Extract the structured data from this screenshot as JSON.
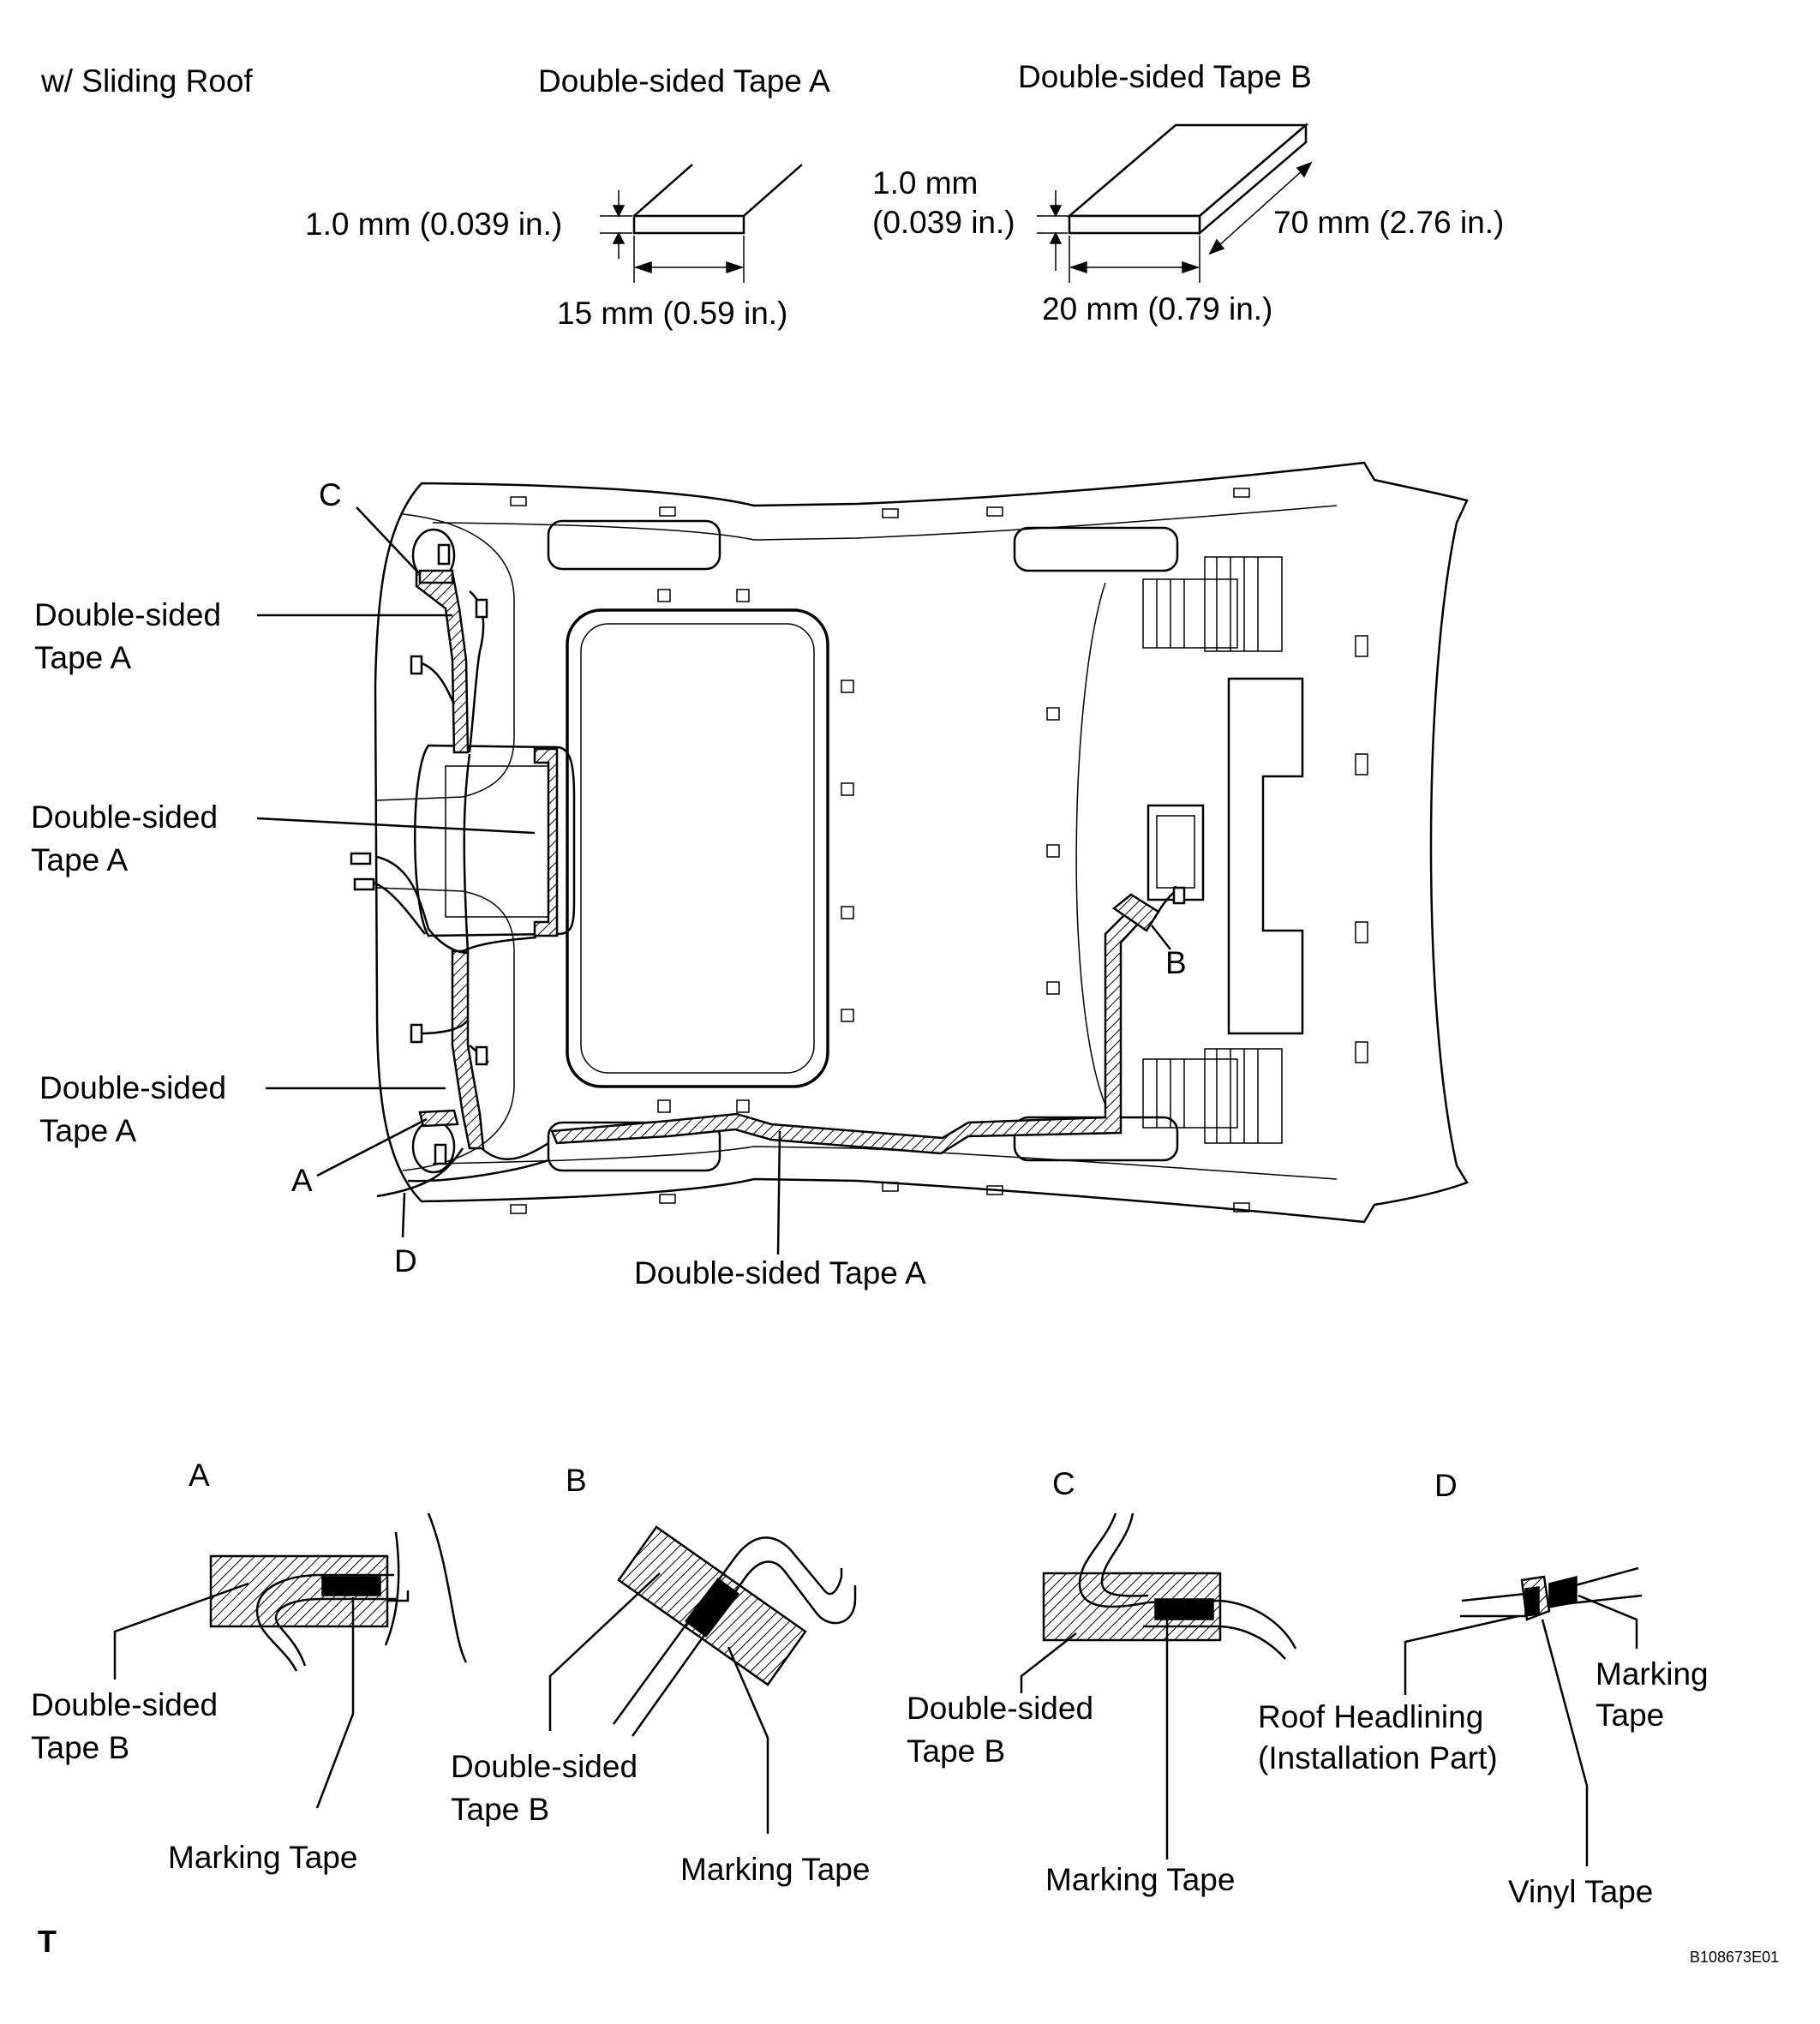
{
  "header": {
    "variant": "w/ Sliding Roof",
    "tape_a_title": "Double-sided Tape A",
    "tape_b_title": "Double-sided Tape B"
  },
  "tape_a_dims": {
    "thickness": "1.0 mm (0.039 in.)",
    "width": "15 mm (0.59 in.)"
  },
  "tape_b_dims": {
    "thickness_line1": "1.0 mm",
    "thickness_line2": "(0.039 in.)",
    "width": "20 mm (0.79 in.)",
    "length": "70 mm (2.76 in.)"
  },
  "main_callouts": {
    "c": "C",
    "b": "B",
    "a": "A",
    "d": "D",
    "tape_1_line1": "Double-sided",
    "tape_1_line2": "Tape A",
    "tape_2_line1": "Double-sided",
    "tape_2_line2": "Tape A",
    "tape_3_line1": "Double-sided",
    "tape_3_line2": "Tape A",
    "tape_bottom": "Double-sided Tape A"
  },
  "details": {
    "a": {
      "title": "A",
      "tape_line1": "Double-sided",
      "tape_line2": "Tape B",
      "marking": "Marking Tape"
    },
    "b": {
      "title": "B",
      "tape_line1": "Double-sided",
      "tape_line2": "Tape B",
      "marking": "Marking Tape"
    },
    "c": {
      "title": "C",
      "tape_line1": "Double-sided",
      "tape_line2": "Tape B",
      "marking": "Marking Tape"
    },
    "d": {
      "title": "D",
      "headlining_line1": "Roof Headlining",
      "headlining_line2": "(Installation Part)",
      "marking_line1": "Marking",
      "marking_line2": "Tape",
      "vinyl": "Vinyl Tape"
    }
  },
  "footer": {
    "corner_mark": "T",
    "figure_code": "B108673E01"
  }
}
